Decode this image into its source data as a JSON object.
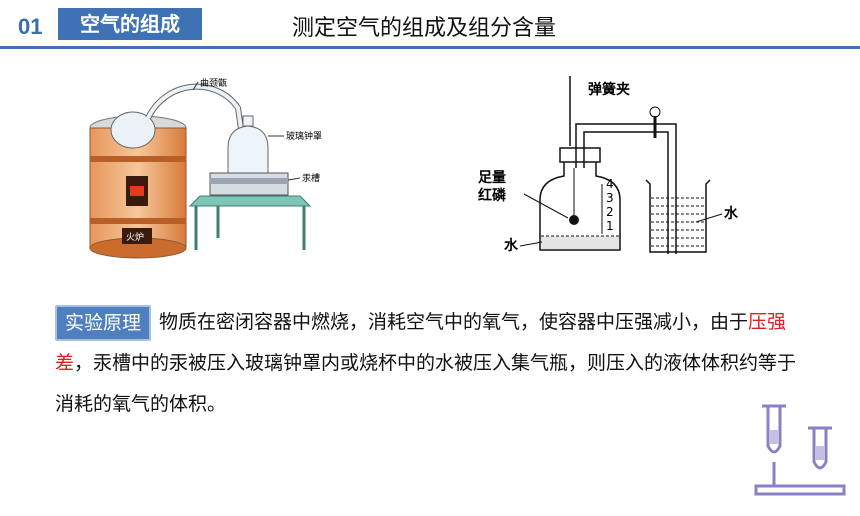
{
  "header": {
    "section_number": "01",
    "section_tag": "空气的组成",
    "title": "测定空气的组成及组分含量"
  },
  "figure_left": {
    "labels": {
      "retort": "曲颈甑",
      "bell_jar": "玻璃钟罩",
      "mercury_trough": "汞槽",
      "furnace": "火炉"
    }
  },
  "figure_right": {
    "labels": {
      "clamp": "弹簧夹",
      "red_phosphorus_1": "足量",
      "red_phosphorus_2": "红磷",
      "water_left": "水",
      "water_right": "水"
    },
    "scale_marks": [
      "4",
      "3",
      "2",
      "1"
    ]
  },
  "principle": {
    "badge": "实验原理",
    "text_1": "物质在密闭容器中燃烧，消耗空气中的氧气，使容器中压强减小，由于",
    "highlight": "压强差",
    "text_2": "，汞槽中的汞被压入玻璃钟罩内或烧杯中的水被压入集气瓶，则压入的液体体积约等于消耗的氧气的体积。"
  },
  "colors": {
    "accent_blue": "#3f72b4",
    "highlight_red": "#e02020",
    "deco_purple": "#8b7fc6"
  },
  "icons": {
    "decoration": "test-tube-rack-icon"
  }
}
